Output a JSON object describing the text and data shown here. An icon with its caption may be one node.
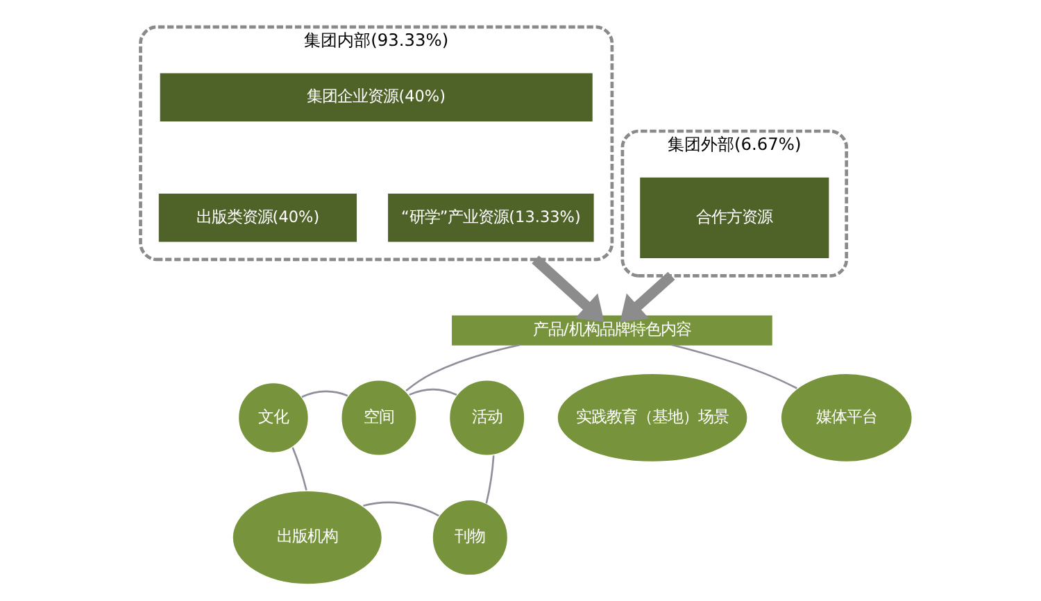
{
  "diagram": {
    "nodes": [
      {
        "text": [
          "集团内部(93.33%)"
        ]
      },
      {
        "text": [
          "集团企业资源(40%)"
        ],
        "in": 0
      },
      {
        "text": [
          "出版类资源(40%)"
        ],
        "in": 0
      },
      {
        "text": [
          "“研学”产业资源(13.33%)"
        ],
        "in": 0
      },
      {
        "text": [
          "集团外部(6.67%)"
        ]
      },
      {
        "text": [
          "合作方资源"
        ],
        "in": 4
      },
      {
        "text": [
          "产品/机构品牌特色内容"
        ]
      },
      {
        "text": [
          "文化"
        ]
      },
      {
        "text": [
          "空间"
        ]
      },
      {
        "text": [
          "活动"
        ]
      },
      {
        "text": [
          "出版机构"
        ]
      },
      {
        "text": [
          "刊物"
        ]
      },
      {
        "text": [
          "实践教育（基地）场景"
        ]
      },
      {
        "text": [
          "媒体平台"
        ]
      }
    ],
    "edges": [
      {
        "from": 0,
        "to": 6,
        "arrow": "to",
        "style": "thick"
      },
      {
        "from": 4,
        "to": 6,
        "arrow": "to",
        "style": "thick"
      },
      {
        "from": 6,
        "to": 8,
        "arrow": "none"
      },
      {
        "from": 6,
        "to": 13,
        "arrow": "none"
      },
      {
        "from": 7,
        "to": 8,
        "arrow": "none"
      },
      {
        "from": 8,
        "to": 9,
        "arrow": "none"
      },
      {
        "from": 9,
        "to": 11,
        "arrow": "none"
      },
      {
        "from": 11,
        "to": 10,
        "arrow": "none"
      },
      {
        "from": 10,
        "to": 7,
        "arrow": "none"
      }
    ]
  }
}
